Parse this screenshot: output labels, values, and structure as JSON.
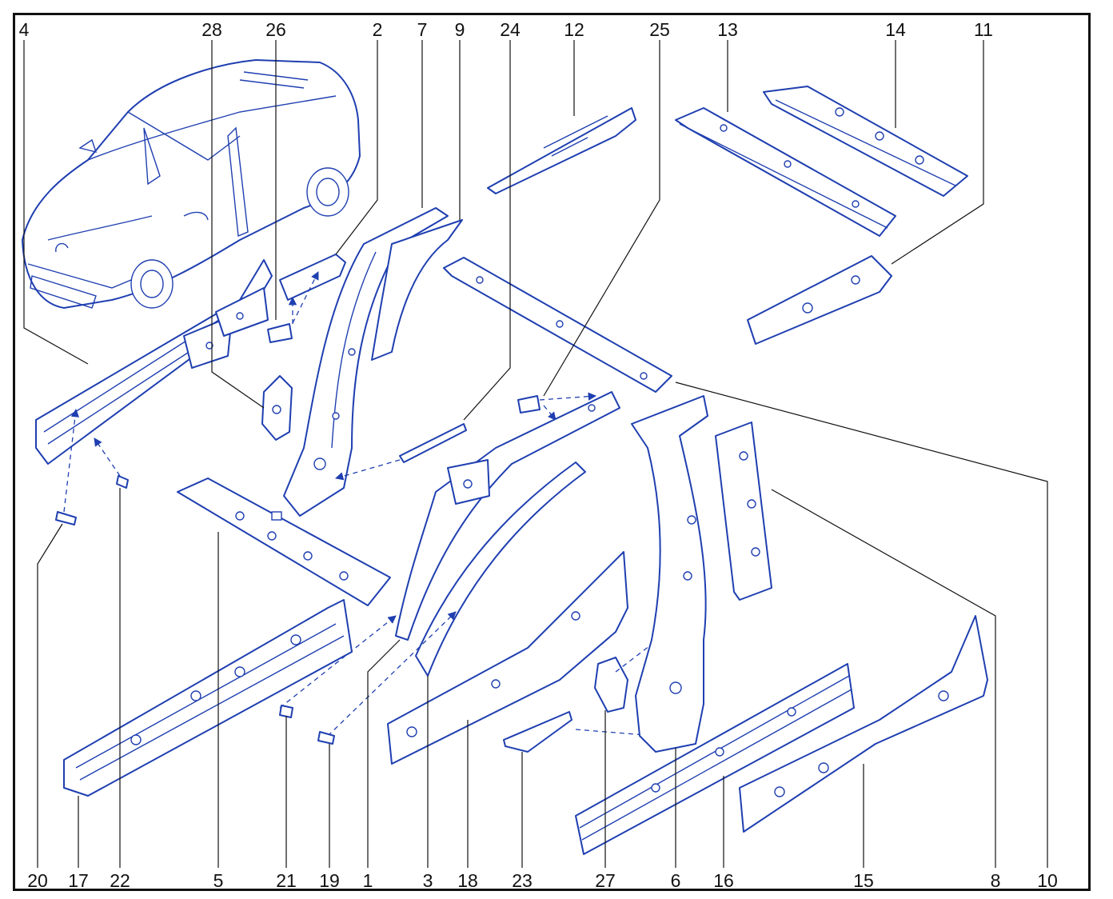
{
  "diagram": {
    "accent_color": "#1f3fb0",
    "line_color": "#111111",
    "top_callouts": [
      "4",
      "28",
      "26",
      "2",
      "7",
      "9",
      "24",
      "12",
      "25",
      "13",
      "14",
      "11"
    ],
    "bottom_callouts": [
      "20",
      "17",
      "22",
      "5",
      "21",
      "19",
      "1",
      "3",
      "18",
      "23",
      "27",
      "6",
      "16",
      "15",
      "8",
      "10"
    ]
  }
}
